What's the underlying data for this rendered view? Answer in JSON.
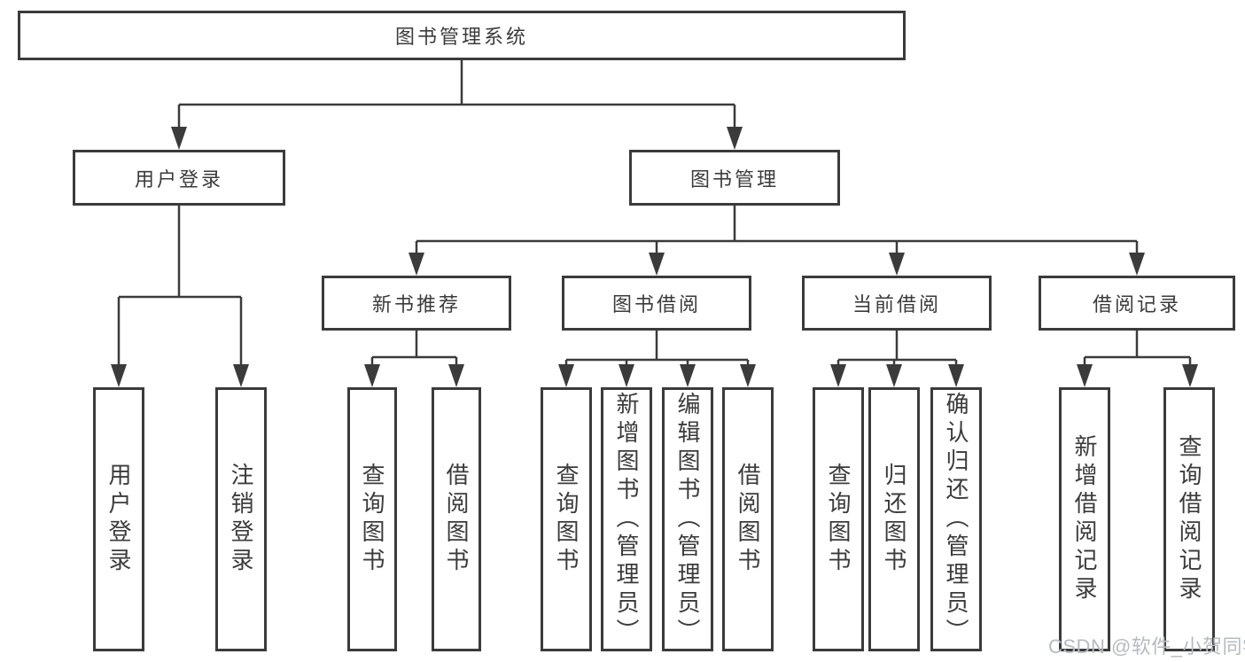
{
  "diagram": {
    "root": {
      "label": "图书管理系统"
    },
    "branches": [
      {
        "label": "用户登录",
        "children": [
          {
            "label": "用户登录"
          },
          {
            "label": "注销登录"
          }
        ]
      },
      {
        "label": "图书管理",
        "children": [
          {
            "label": "新书推荐",
            "children": [
              {
                "label": "查询图书"
              },
              {
                "label": "借阅图书"
              }
            ]
          },
          {
            "label": "图书借阅",
            "children": [
              {
                "label": "查询图书"
              },
              {
                "label": "新增图书（管理员）"
              },
              {
                "label": "编辑图书（管理员）"
              },
              {
                "label": "借阅图书"
              }
            ]
          },
          {
            "label": "当前借阅",
            "children": [
              {
                "label": "查询图书"
              },
              {
                "label": "归还图书"
              },
              {
                "label": "确认归还（管理员）"
              }
            ]
          },
          {
            "label": "借阅记录",
            "children": [
              {
                "label": "新增借阅记录"
              },
              {
                "label": "查询借阅记录"
              }
            ]
          }
        ]
      }
    ],
    "watermark": "CSDN @软件_小贺同学",
    "colors": {
      "ink": "#3b3b3b",
      "background": "#ffffff",
      "watermark": "#b6bbc1"
    }
  }
}
